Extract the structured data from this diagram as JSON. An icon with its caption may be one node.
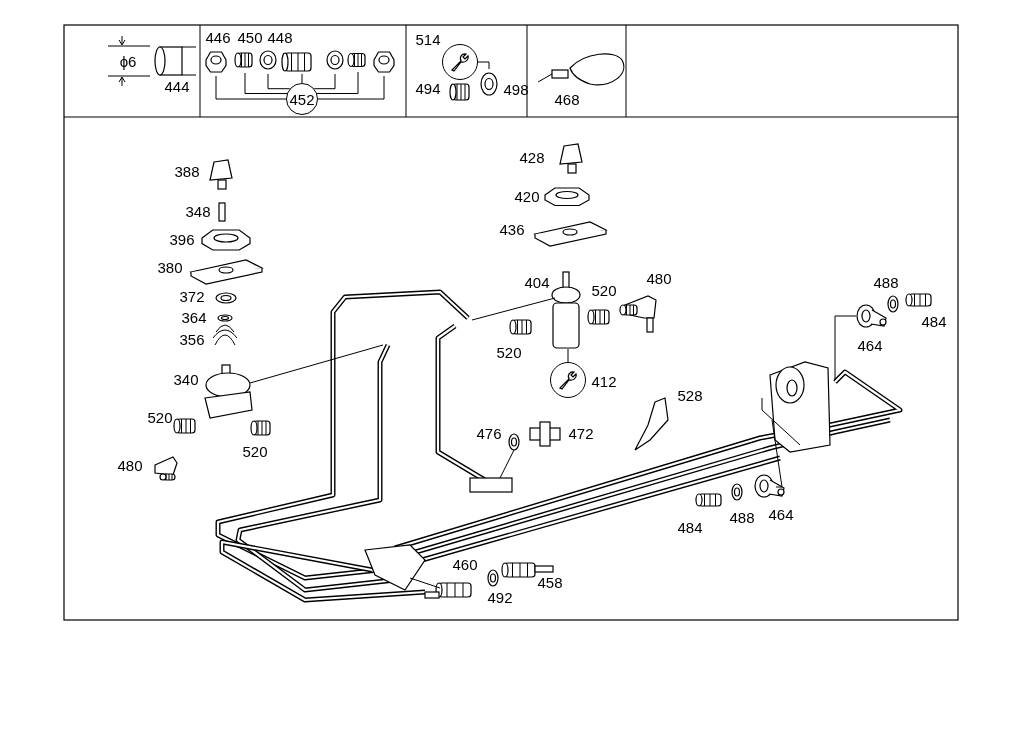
{
  "diagram": {
    "nodes": [
      {
        "text": [
          "452"
        ]
      },
      {
        "text": [],
        "shape": "circle",
        "beside": [
          "514"
        ]
      },
      {
        "text": [],
        "shape": "circle",
        "beside": [
          "412"
        ]
      }
    ],
    "edges": [
      {
        "from": 0,
        "to": null,
        "arrow": "none"
      },
      {
        "from": 0,
        "to": null,
        "arrow": "none"
      },
      {
        "from": 0,
        "to": null,
        "arrow": "none"
      },
      {
        "from": 0,
        "to": null,
        "arrow": "none"
      },
      {
        "from": 0,
        "to": null,
        "arrow": "none"
      },
      {
        "from": 0,
        "to": null,
        "arrow": "none"
      },
      {
        "from": 0,
        "to": null,
        "arrow": "none"
      },
      {
        "from": 1,
        "to": null,
        "arrow": "none"
      },
      {
        "from": 2,
        "to": null,
        "arrow": "none"
      }
    ],
    "labels": [
      "ϕ6",
      "444",
      "446",
      "450",
      "448",
      "494",
      "498",
      "468",
      "388",
      "348",
      "396",
      "380",
      "372",
      "364",
      "356",
      "340",
      "520",
      "520",
      "480",
      "428",
      "420",
      "436",
      "404",
      "520",
      "480",
      "520",
      "528",
      "476",
      "472",
      "488",
      "484",
      "464",
      "484",
      "488",
      "464",
      "460",
      "492",
      "458"
    ]
  }
}
